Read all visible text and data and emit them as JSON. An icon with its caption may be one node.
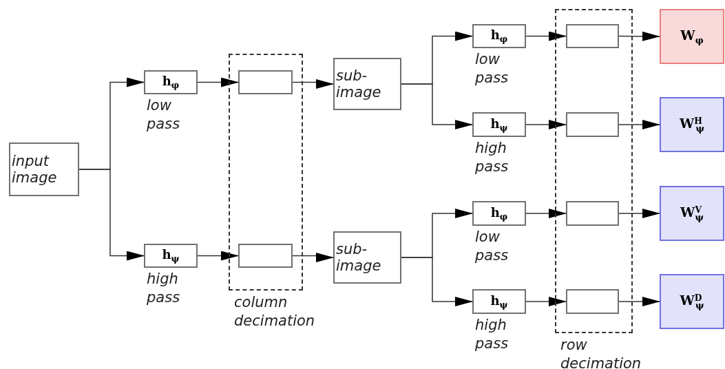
{
  "diagram": {
    "nodes": [
      {
        "text": [
          "input image"
        ]
      },
      {
        "text": [
          "h$_{φ}$"
        ],
        "beside": [
          "low pass"
        ]
      },
      {
        "text": [
          "h$_{ψ}$"
        ],
        "beside": [
          "high pass"
        ]
      },
      {
        "text": [],
        "shape": "box",
        "beside": [
          "column decimation"
        ]
      },
      {
        "text": [],
        "shape": "box",
        "in": 3
      },
      {
        "text": [],
        "shape": "box",
        "in": 3
      },
      {
        "text": [
          "sub-image"
        ]
      },
      {
        "text": [
          "sub-image"
        ]
      },
      {
        "text": [
          "h$_{φ}$"
        ],
        "beside": [
          "low pass"
        ]
      },
      {
        "text": [
          "h$_{ψ}$"
        ],
        "beside": [
          "high pass"
        ]
      },
      {
        "text": [
          "h$_{φ}$"
        ],
        "beside": [
          "low pass"
        ]
      },
      {
        "text": [
          "h$_{ψ}$"
        ],
        "beside": [
          "high pass"
        ]
      },
      {
        "text": [],
        "shape": "box",
        "beside": [
          "row decimation"
        ]
      },
      {
        "text": [],
        "shape": "box",
        "in": 12
      },
      {
        "text": [],
        "shape": "box",
        "in": 12
      },
      {
        "text": [],
        "shape": "box",
        "in": 12
      },
      {
        "text": [],
        "shape": "box",
        "in": 12
      },
      {
        "text": [
          "W$_{φ}$"
        ]
      },
      {
        "text": [
          "W$^{H}$$_{ψ}$"
        ]
      },
      {
        "text": [
          "W$^{V}$$_{ψ}$"
        ]
      },
      {
        "text": [
          "W$^{D}$$_{ψ}$"
        ]
      }
    ],
    "edges": [
      {
        "from": 0,
        "to": 1,
        "arrow": "to"
      },
      {
        "from": 0,
        "to": 2,
        "arrow": "to"
      },
      {
        "from": 1,
        "to": 4,
        "arrow": "to"
      },
      {
        "from": 2,
        "to": 5,
        "arrow": "to"
      },
      {
        "from": 4,
        "to": 6,
        "arrow": "to"
      },
      {
        "from": 5,
        "to": 7,
        "arrow": "to"
      },
      {
        "from": 6,
        "to": 8,
        "arrow": "to"
      },
      {
        "from": 6,
        "to": 9,
        "arrow": "to"
      },
      {
        "from": 7,
        "to": 10,
        "arrow": "to"
      },
      {
        "from": 7,
        "to": 11,
        "arrow": "to"
      },
      {
        "from": 8,
        "to": 13,
        "arrow": "to"
      },
      {
        "from": 9,
        "to": 14,
        "arrow": "to"
      },
      {
        "from": 10,
        "to": 15,
        "arrow": "to"
      },
      {
        "from": 11,
        "to": 16,
        "arrow": "to"
      },
      {
        "from": 13,
        "to": 17,
        "arrow": "to"
      },
      {
        "from": 14,
        "to": 18,
        "arrow": "to"
      },
      {
        "from": 15,
        "to": 19,
        "arrow": "to"
      },
      {
        "from": 16,
        "to": 20,
        "arrow": "to"
      }
    ]
  }
}
